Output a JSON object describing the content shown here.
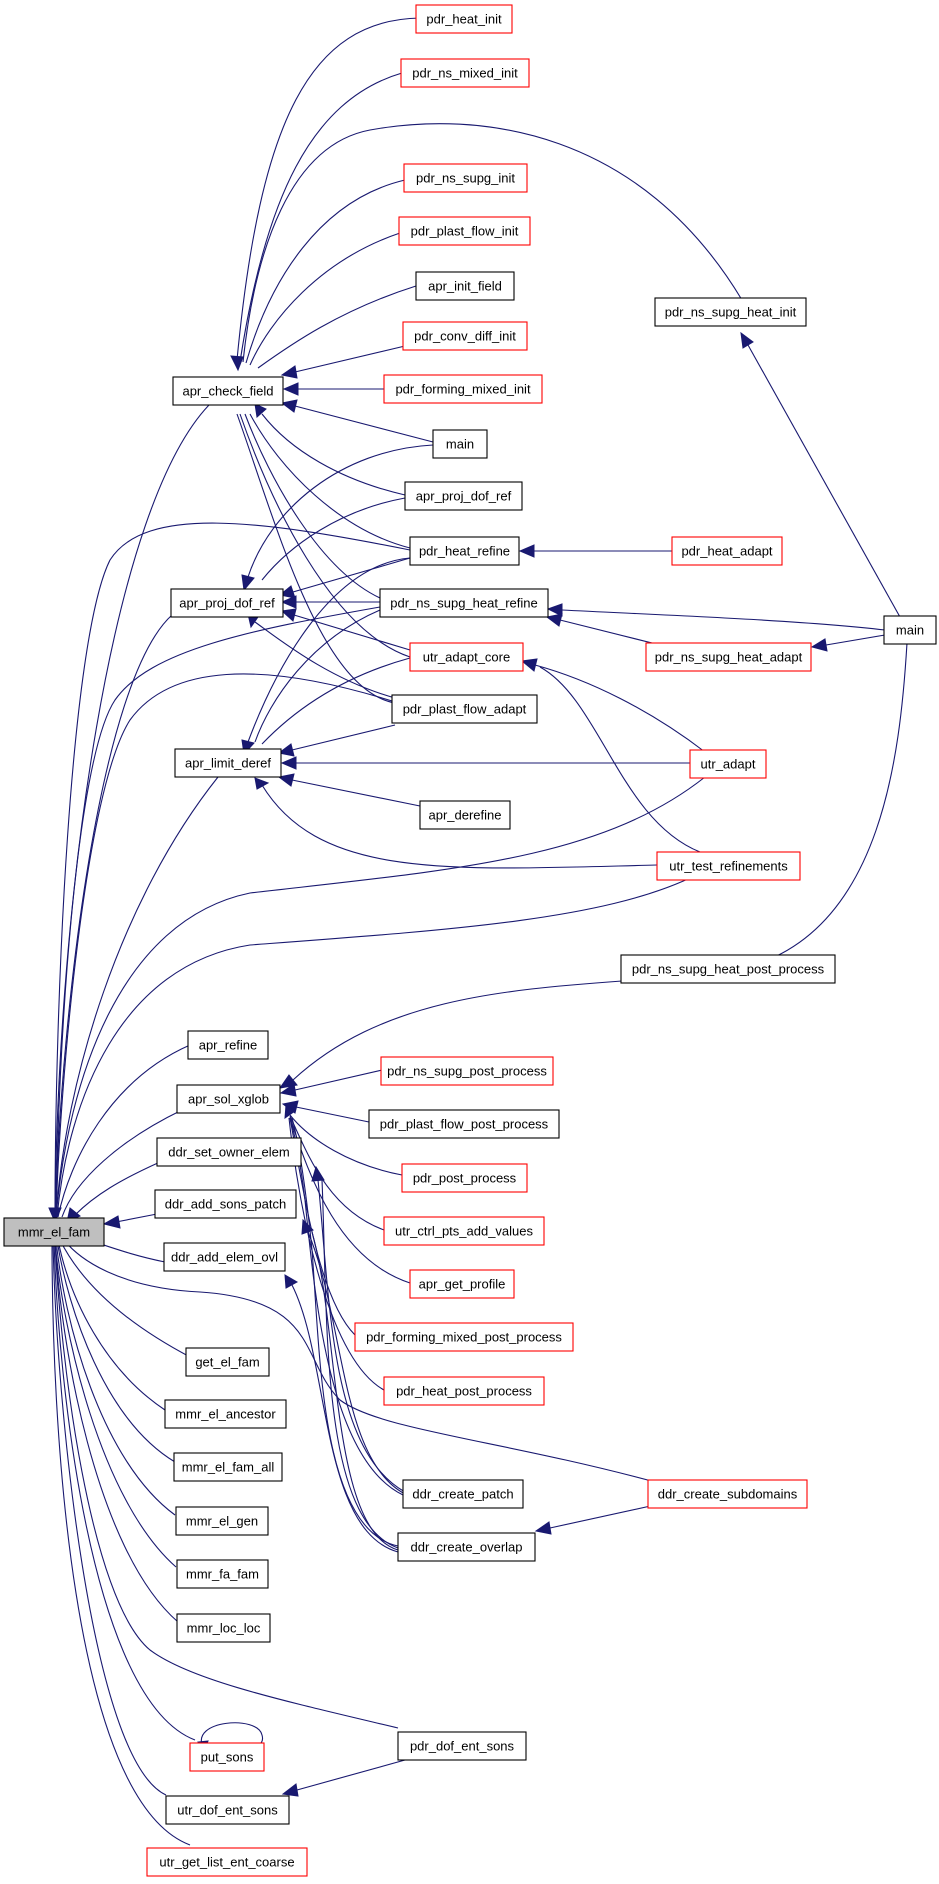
{
  "colors": {
    "edge": "#191970",
    "normal_border": "#000000",
    "truncated_border": "#ff0000",
    "root_fill": "#bfbfbf",
    "fill": "#ffffff"
  },
  "nodes": [
    {
      "id": "n_mmr_el_fam",
      "label": "mmr_el_fam",
      "type": "root"
    },
    {
      "id": "n_apr_check_field",
      "label": "apr_check_field",
      "type": "normal"
    },
    {
      "id": "n_apr_proj_dof_ref_l",
      "label": "apr_proj_dof_ref",
      "type": "normal"
    },
    {
      "id": "n_apr_limit_deref",
      "label": "apr_limit_deref",
      "type": "normal"
    },
    {
      "id": "n_apr_refine",
      "label": "apr_refine",
      "type": "normal"
    },
    {
      "id": "n_apr_sol_xglob",
      "label": "apr_sol_xglob",
      "type": "normal"
    },
    {
      "id": "n_ddr_set_owner_elem",
      "label": "ddr_set_owner_elem",
      "type": "normal"
    },
    {
      "id": "n_ddr_add_sons_patch",
      "label": "ddr_add_sons_patch",
      "type": "normal"
    },
    {
      "id": "n_ddr_add_elem_ovl",
      "label": "ddr_add_elem_ovl",
      "type": "normal"
    },
    {
      "id": "n_get_el_fam",
      "label": "get_el_fam",
      "type": "normal"
    },
    {
      "id": "n_mmr_el_ancestor",
      "label": "mmr_el_ancestor",
      "type": "normal"
    },
    {
      "id": "n_mmr_el_fam_all",
      "label": "mmr_el_fam_all",
      "type": "normal"
    },
    {
      "id": "n_mmr_el_gen",
      "label": "mmr_el_gen",
      "type": "normal"
    },
    {
      "id": "n_mmr_fa_fam",
      "label": "mmr_fa_fam",
      "type": "normal"
    },
    {
      "id": "n_mmr_loc_loc",
      "label": "mmr_loc_loc",
      "type": "normal"
    },
    {
      "id": "n_put_sons",
      "label": "put_sons",
      "type": "truncated"
    },
    {
      "id": "n_utr_dof_ent_sons",
      "label": "utr_dof_ent_sons",
      "type": "normal"
    },
    {
      "id": "n_utr_get_list_ent_coarse",
      "label": "utr_get_list_ent_coarse",
      "type": "truncated"
    },
    {
      "id": "n_pdr_heat_init",
      "label": "pdr_heat_init",
      "type": "truncated"
    },
    {
      "id": "n_pdr_ns_mixed_init",
      "label": "pdr_ns_mixed_init",
      "type": "truncated"
    },
    {
      "id": "n_pdr_ns_supg_init",
      "label": "pdr_ns_supg_init",
      "type": "truncated"
    },
    {
      "id": "n_pdr_plast_flow_init",
      "label": "pdr_plast_flow_init",
      "type": "truncated"
    },
    {
      "id": "n_apr_init_field",
      "label": "apr_init_field",
      "type": "normal"
    },
    {
      "id": "n_pdr_conv_diff_init",
      "label": "pdr_conv_diff_init",
      "type": "truncated"
    },
    {
      "id": "n_pdr_forming_mixed_init",
      "label": "pdr_forming_mixed_init",
      "type": "truncated"
    },
    {
      "id": "n_main_mid",
      "label": "main",
      "type": "normal"
    },
    {
      "id": "n_apr_proj_dof_ref_r",
      "label": "apr_proj_dof_ref",
      "type": "normal"
    },
    {
      "id": "n_pdr_heat_refine",
      "label": "pdr_heat_refine",
      "type": "normal"
    },
    {
      "id": "n_pdr_ns_supg_heat_refine",
      "label": "pdr_ns_supg_heat_refine",
      "type": "normal"
    },
    {
      "id": "n_utr_adapt_core",
      "label": "utr_adapt_core",
      "type": "truncated"
    },
    {
      "id": "n_pdr_plast_flow_adapt",
      "label": "pdr_plast_flow_adapt",
      "type": "normal"
    },
    {
      "id": "n_apr_derefine",
      "label": "apr_derefine",
      "type": "normal"
    },
    {
      "id": "n_pdr_ns_supg_heat_post_process",
      "label": "pdr_ns_supg_heat_post_process",
      "type": "normal"
    },
    {
      "id": "n_pdr_ns_supg_post_process",
      "label": "pdr_ns_supg_post_process",
      "type": "truncated"
    },
    {
      "id": "n_pdr_plast_flow_post_process",
      "label": "pdr_plast_flow_post_process",
      "type": "normal"
    },
    {
      "id": "n_pdr_post_process",
      "label": "pdr_post_process",
      "type": "truncated"
    },
    {
      "id": "n_utr_ctrl_pts_add_values",
      "label": "utr_ctrl_pts_add_values",
      "type": "truncated"
    },
    {
      "id": "n_apr_get_profile",
      "label": "apr_get_profile",
      "type": "truncated"
    },
    {
      "id": "n_pdr_forming_mixed_post_process",
      "label": "pdr_forming_mixed_post_process",
      "type": "truncated"
    },
    {
      "id": "n_pdr_heat_post_process",
      "label": "pdr_heat_post_process",
      "type": "truncated"
    },
    {
      "id": "n_ddr_create_patch",
      "label": "ddr_create_patch",
      "type": "normal"
    },
    {
      "id": "n_ddr_create_overlap",
      "label": "ddr_create_overlap",
      "type": "normal"
    },
    {
      "id": "n_pdr_dof_ent_sons",
      "label": "pdr_dof_ent_sons",
      "type": "normal"
    },
    {
      "id": "n_pdr_ns_supg_heat_init",
      "label": "pdr_ns_supg_heat_init",
      "type": "normal"
    },
    {
      "id": "n_pdr_heat_adapt",
      "label": "pdr_heat_adapt",
      "type": "truncated"
    },
    {
      "id": "n_pdr_ns_supg_heat_adapt",
      "label": "pdr_ns_supg_heat_adapt",
      "type": "truncated"
    },
    {
      "id": "n_utr_adapt",
      "label": "utr_adapt",
      "type": "truncated"
    },
    {
      "id": "n_utr_test_refinements",
      "label": "utr_test_refinements",
      "type": "truncated"
    },
    {
      "id": "n_ddr_create_subdomains",
      "label": "ddr_create_subdomains",
      "type": "truncated"
    },
    {
      "id": "n_main_right",
      "label": "main",
      "type": "normal"
    }
  ]
}
